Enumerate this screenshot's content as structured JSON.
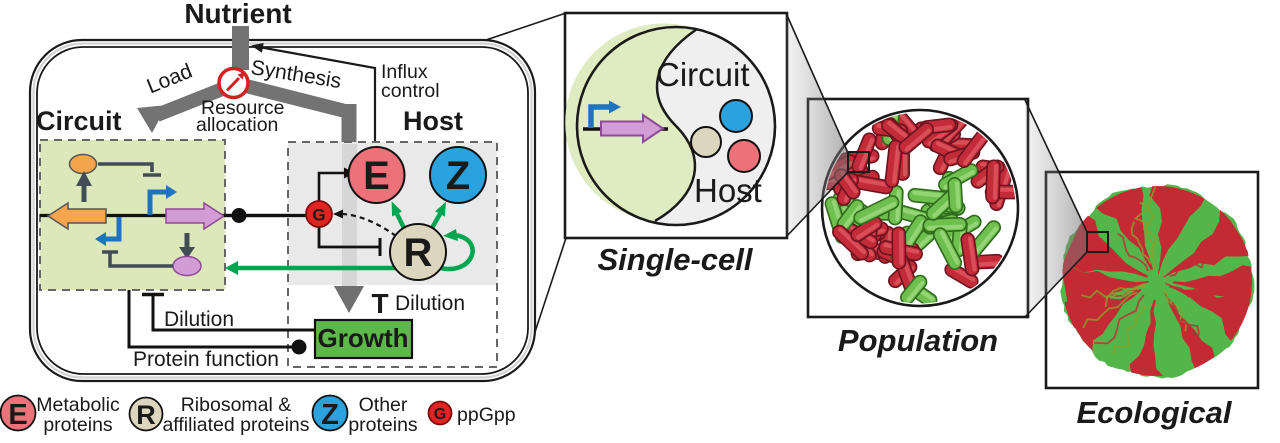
{
  "cell": {
    "nutrient_label": "Nutrient",
    "load_label": "Load",
    "synthesis_label": "Synthesis",
    "influx_control_line1": "Influx",
    "influx_control_line2": "control",
    "resource_line1": "Resource",
    "resource_line2": "allocation",
    "circuit_title": "Circuit",
    "host_title": "Host",
    "protein_e": "E",
    "protein_z": "Z",
    "protein_r": "R",
    "protein_g": "G",
    "growth_label": "Growth",
    "dilution_tee": "T",
    "dilution_right_label": "Dilution",
    "dilution_left_label": "Dilution",
    "protein_function_label": "Protein function"
  },
  "legend": {
    "items": [
      {
        "symbol": "E",
        "line1": "Metabolic",
        "line2": "proteins"
      },
      {
        "symbol": "R",
        "line1": "Ribosomal &",
        "line2": "affiliated proteins"
      },
      {
        "symbol": "Z",
        "line1": "Other",
        "line2": "proteins"
      },
      {
        "symbol": "G",
        "line1": "ppGpp"
      }
    ]
  },
  "panels": {
    "single_cell": {
      "circuit_label": "Circuit",
      "host_label": "Host",
      "caption": "Single-cell"
    },
    "population": {
      "caption": "Population"
    },
    "ecological": {
      "caption": "Ecological"
    }
  },
  "colors": {
    "circuit_fill": "#DCE7BA",
    "host_fill": "#E9E9E9",
    "growth_green": "#5CB848",
    "protein_e": "#ED7179",
    "protein_z": "#2BA2DE",
    "protein_r": "#DCD6BE",
    "ppgpp_red": "#E32222",
    "ppgpp_letter": "#7A0E0E",
    "green_arrow": "#00A550",
    "pipe_gray": "#737373",
    "pipe_light": "#D6D6D6",
    "orange": "#F6A54C",
    "purple_fill": "#D29CD6",
    "purple_stroke": "#8E4A96",
    "blue_promoter": "#1F74BE",
    "slate": "#414C55",
    "dial_red": "#D42222",
    "bact_red": "#C32B38",
    "bact_red_dark": "#6B1420",
    "bact_red_light": "#DE5560",
    "bact_green": "#6FBF4F",
    "bact_green_dark": "#2F6B1C",
    "bact_green_light": "#9AD77A",
    "colony_green": "#54B64A",
    "colony_red": "#C32A33",
    "single_cell_green": "#DFEBC0",
    "single_cell_gray": "#EFEFEF"
  }
}
